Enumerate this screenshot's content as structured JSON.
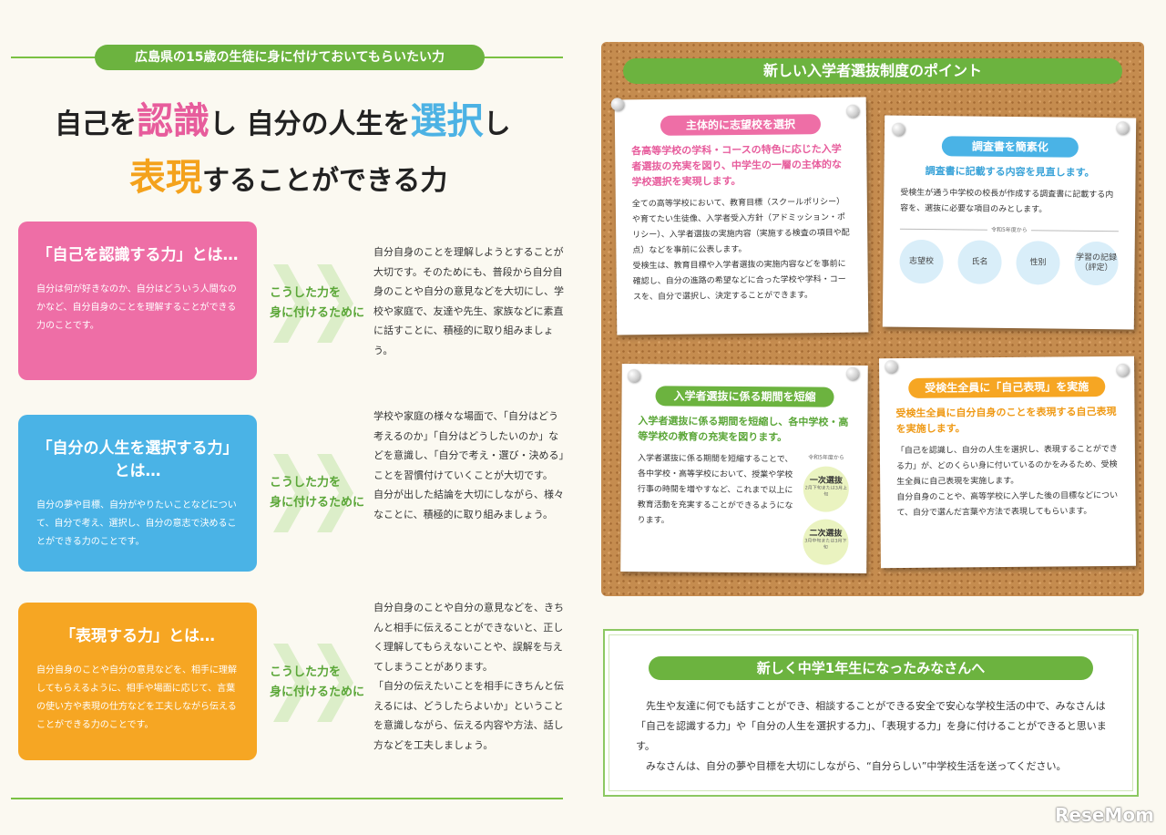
{
  "top_banner": "広島県の15歳の生徒に身に付けておいてもらいたい力",
  "headline": {
    "p1": "自己を",
    "p2": "認識",
    "p3": "し 自分の人生を",
    "p4": "選択",
    "p5": "し",
    "p6": "表現",
    "p7": "することができる力"
  },
  "cards": [
    {
      "title": "「自己を認識する力」とは…",
      "body": "自分は何が好きなのか、自分はどういう人間なのかなど、自分自身のことを理解することができる力のことです。",
      "arrow_line1": "こうした力を",
      "arrow_line2": "身に付けるために",
      "text": "自分自身のことを理解しようとすることが大切です。そのためにも、普段から自分自身のことや自分の意見などを大切にし、学校や家庭で、友達や先生、家族などに素直に話すことに、積極的に取り組みましょう。"
    },
    {
      "title": "「自分の人生を選択する力」とは…",
      "body": "自分の夢や目標、自分がやりたいことなどについて、自分で考え、選択し、自分の意志で決めることができる力のことです。",
      "arrow_line1": "こうした力を",
      "arrow_line2": "身に付けるために",
      "text": "学校や家庭の様々な場面で、「自分はどう考えるのか」「自分はどうしたいのか」などを意識し、「自分で考え・選び・決める」ことを習慣付けていくことが大切です。",
      "text2": "自分が出した結論を大切にしながら、様々なことに、積極的に取り組みましょう。"
    },
    {
      "title": "「表現する力」とは…",
      "body": "自分自身のことや自分の意見などを、相手に理解してもらえるように、相手や場面に応じて、言葉の使い方や表現の仕方などを工夫しながら伝えることができる力のことです。",
      "arrow_line1": "こうした力を",
      "arrow_line2": "身に付けるために",
      "text": "自分自身のことや自分の意見などを、きちんと相手に伝えることができないと、正しく理解してもらえないことや、誤解を与えてしまうことがあります。",
      "text2": "「自分の伝えたいことを相手にきちんと伝えるには、どうしたらよいか」ということを意識しながら、伝える内容や方法、話し方などを工夫しましょう。"
    }
  ],
  "board": {
    "title": "新しい入学者選抜制度のポイント",
    "note1": {
      "pill": "主体的に志望校を選択",
      "lead": "各高等学校の学科・コースの特色に応じた入学者選抜の充実を図り、中学生の一層の主体的な学校選択を実現します。",
      "body": "全ての高等学校において、教育目標（スクールポリシー）や育てたい生徒像、入学者受入方針（アドミッション・ポリシー）、入学者選抜の実施内容（実施する検査の項目や配点）などを事前に公表します。",
      "body2": "受検生は、教育目標や入学者選抜の実施内容などを事前に確認し、自分の進路の希望などに合った学校や学科・コースを、自分で選択し、決定することができます。"
    },
    "note2": {
      "pill": "調査書を簡素化",
      "lead": "調査書に記載する内容を見直します。",
      "body": "受検生が通う中学校の校長が作成する調査書に記載する内容を、選抜に必要な項目のみとします。",
      "badge": "令和5年度から",
      "items": [
        "志望校",
        "氏名",
        "性別",
        "学習の記録（評定）"
      ]
    },
    "note3": {
      "pill": "入学者選抜に係る期間を短縮",
      "lead": "入学者選抜に係る期間を短縮し、各中学校・高等学校の教育の充実を図ります。",
      "body": "入学者選抜に係る期間を短縮することで、各中学校・高等学校において、授業や学校行事の時間を増やすなど、これまで以上に教育活動を充実することができるようになります。",
      "badge": "令和5年度から",
      "first_title": "一次選抜",
      "first_sub": "2月下旬または3月上旬",
      "second_title": "二次選抜",
      "second_sub": "3月中旬または3月下旬"
    },
    "note4": {
      "pill": "受検生全員に「自己表現」を実施",
      "lead": "受検生全員に自分自身のことを表現する自己表現を実施します。",
      "body": "「自己を認識し、自分の人生を選択し、表現することができる力」が、どのくらい身に付いているのかをみるため、受検生全員に自己表現を実施します。",
      "body2": "自分自身のことや、高等学校に入学した後の目標などについて、自分で選んだ言葉や方法で表現してもらいます。"
    }
  },
  "message": {
    "title": "新しく中学1年生になったみなさんへ",
    "p1": "先生や友達に何でも話すことができ、相談することができる安全で安心な学校生活の中で、みなさんは「自己を認識する力」や「自分の人生を選択する力」、「表現する力」を身に付けることができると思います。",
    "p2": "みなさんは、自分の夢や目標を大切にしながら、“自分らしい”中学校生活を送ってください。"
  },
  "watermark": "ReseMom",
  "colors": {
    "green": "#6cb33f",
    "pink": "#ee6ea6",
    "blue": "#4ab3e6",
    "orange": "#f6a623"
  }
}
